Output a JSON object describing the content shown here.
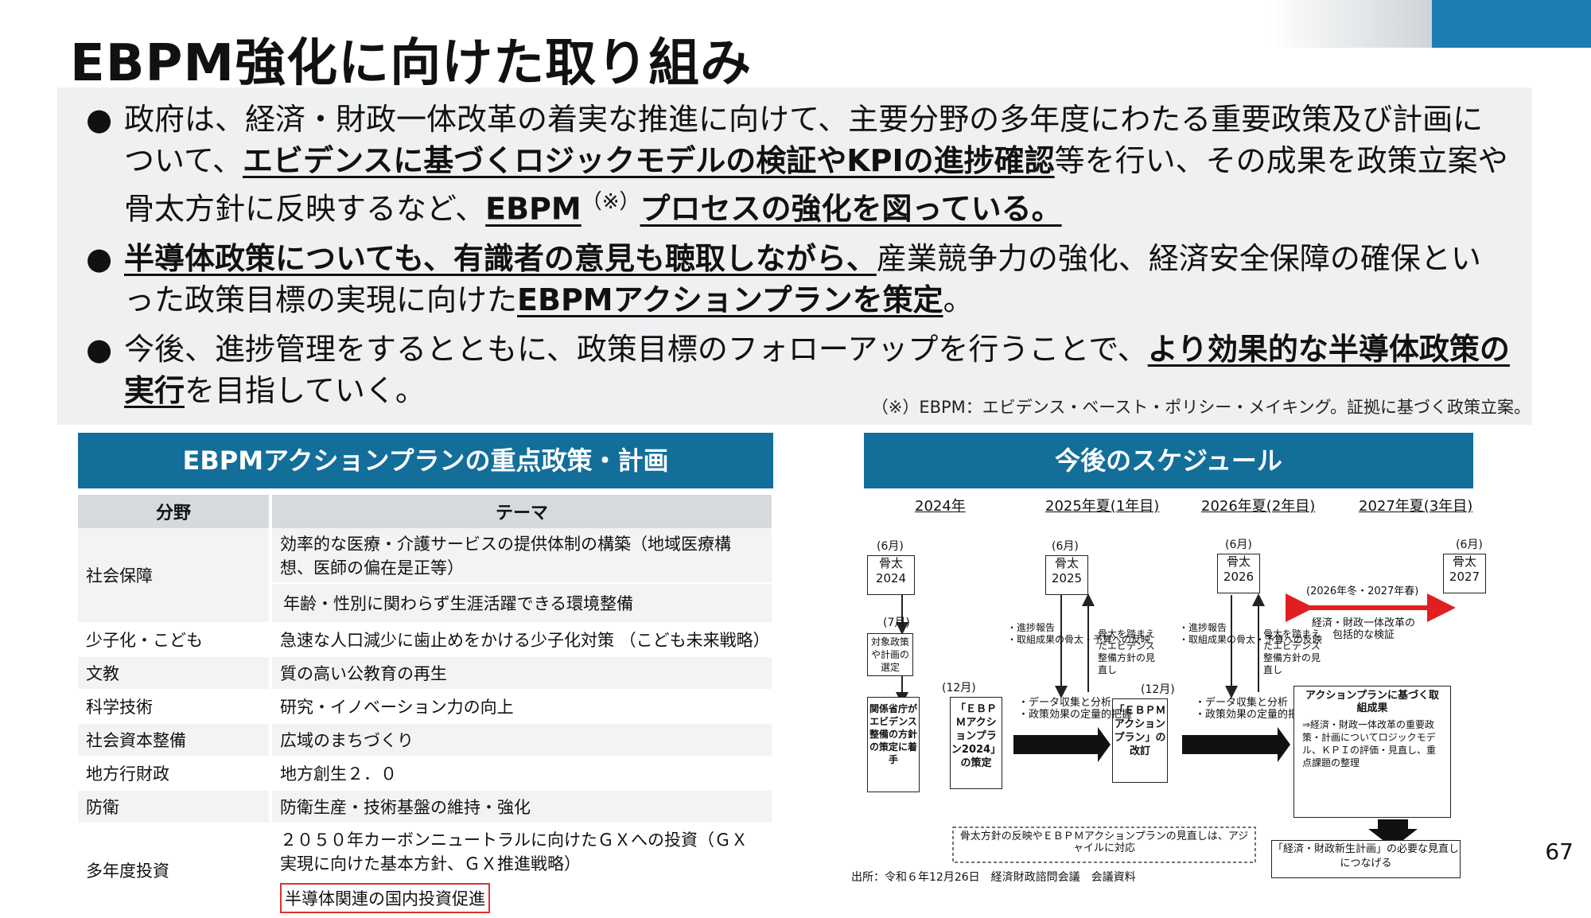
{
  "title": "EBPM強化に向けた取り組み",
  "bullets": {
    "b1_a": "政府は、経済・財政一体改革の着実な推進に向けて、主要分野の多年度にわたる重要政策及び計画について、",
    "b1_b": "エビデンスに基づくロジックモデルの検証やKPIの進捗確認",
    "b1_c": "等を行い、その成果を政策立案や骨太方針に反映するなど、",
    "b1_d": "EBPM",
    "b1_note": "（※）",
    "b1_e": "プロセスの強化を図っている。",
    "b2_a": "半導体政策についても、有識者の意見も聴取しながら、",
    "b2_b": "産業競争力の強化、経済安全保障の確保といった政策目標の実現に向けた",
    "b2_c": "EBPMアクションプランを策定",
    "b2_d": "。",
    "b3_a": "今後、進捗管理をするとともに、政策目標のフォローアップを行うことで、",
    "b3_b": "より効果的な半導体政策の実行",
    "b3_c": "を目指していく。"
  },
  "footnote": "（※）EBPM：エビデンス・ベースト・ポリシー・メイキング。証拠に基づく政策立案。",
  "left_header": "EBPMアクションプランの重点政策・計画",
  "table": {
    "col1": "分野",
    "col2": "テーマ",
    "r1_cat": "社会保障",
    "r1_t1": "効率的な医療・介護サービスの提供体制の構築（地域医療構想、医師の偏在是正等）",
    "r1_t2": "年齢・性別に関わらず生涯活躍できる環境整備",
    "r2_cat": "少子化・こども",
    "r2_t": "急速な人口減少に歯止めをかける少子化対策 （こども未来戦略）",
    "r3_cat": "文教",
    "r3_t": "質の高い公教育の再生",
    "r4_cat": "科学技術",
    "r4_t": "研究・イノベーション力の向上",
    "r5_cat": "社会資本整備",
    "r5_t": "広域のまちづくり",
    "r6_cat": "地方行財政",
    "r6_t": "地方創生２．０",
    "r7_cat": "防衛",
    "r7_t": "防衛生産・技術基盤の維持・強化",
    "r8_cat": "多年度投資",
    "r8_t1": "２０５０年カーボンニュートラルに向けたＧＸへの投資（ＧＸ実現に向けた基本方針、ＧＸ推進戦略）",
    "r8_t2": "半導体関連の国内投資促進"
  },
  "right_header": "今後のスケジュール",
  "schedule": {
    "y2024": "2024年",
    "y2025": "2025年夏(1年目)",
    "y2026": "2026年夏(2年目)",
    "y2027": "2027年夏(3年目)",
    "jun": "(6月)",
    "jul": "(7月)",
    "dec": "(12月)",
    "honebuto2024": "骨太 2024",
    "honebuto2025": "骨太 2025",
    "honebuto2026": "骨太 2026",
    "honebuto2027": "骨太 2027",
    "select": "対象政策や計画の選定",
    "ministries": "関係省庁がエビデンス整備の方針の策定に着手",
    "plan2024": "「ＥＢＰＭアクションプラン2024」の策定",
    "plan_rev": "「ＥＢＰＭアクションプラン」の改訂",
    "report1": "・進捗報告\n・取組成果の骨太・予算への反映",
    "review1": "骨太を踏まえたエビデンス整備方針の見直し",
    "data1": "・データ収集と分析\n・政策効果の定量的把握",
    "period": "(2026年冬・2027年春)",
    "overall": "経済・財政一体改革の包括的な検証",
    "results_title": "アクションプランに基づく取組成果",
    "results_body": "⇒経済・財政一体改革の重要政策・計画についてロジックモデル、ＫＰＩの評価・見直し、重点課題の整理",
    "agile": "骨太方針の反映やＥＢＰＭアクションプランの見直しは、アジャイルに対応",
    "new_plan": "「経済・財政新生計画」の必要な見直しにつなげる",
    "source": "出所：令和６年12月26日　経済財政諮問会議　会議資料"
  },
  "page_number": "67",
  "colors": {
    "header_blue": "#136e9a",
    "accent_red": "#e02020",
    "bg_grey": "#eef0f2"
  }
}
